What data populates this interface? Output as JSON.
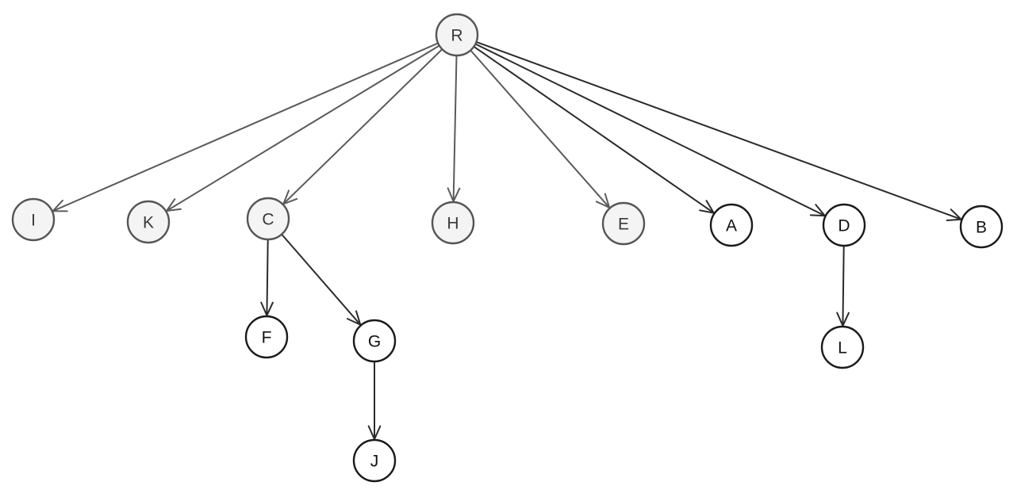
{
  "diagram": {
    "type": "tree",
    "root": "R",
    "nodes": [
      {
        "id": "R",
        "label": "R",
        "style": "light"
      },
      {
        "id": "I",
        "label": "I",
        "style": "light"
      },
      {
        "id": "K",
        "label": "K",
        "style": "light"
      },
      {
        "id": "C",
        "label": "C",
        "style": "light"
      },
      {
        "id": "H",
        "label": "H",
        "style": "light"
      },
      {
        "id": "E",
        "label": "E",
        "style": "light"
      },
      {
        "id": "A",
        "label": "A",
        "style": "dark"
      },
      {
        "id": "D",
        "label": "D",
        "style": "dark"
      },
      {
        "id": "B",
        "label": "B",
        "style": "dark"
      },
      {
        "id": "F",
        "label": "F",
        "style": "dark"
      },
      {
        "id": "G",
        "label": "G",
        "style": "dark"
      },
      {
        "id": "J",
        "label": "J",
        "style": "dark"
      },
      {
        "id": "L",
        "label": "L",
        "style": "dark"
      }
    ],
    "edges": [
      {
        "from": "R",
        "to": "I"
      },
      {
        "from": "R",
        "to": "K"
      },
      {
        "from": "R",
        "to": "C"
      },
      {
        "from": "R",
        "to": "H"
      },
      {
        "from": "R",
        "to": "E"
      },
      {
        "from": "R",
        "to": "A"
      },
      {
        "from": "R",
        "to": "D"
      },
      {
        "from": "R",
        "to": "B"
      },
      {
        "from": "C",
        "to": "F"
      },
      {
        "from": "C",
        "to": "G"
      },
      {
        "from": "G",
        "to": "J"
      },
      {
        "from": "D",
        "to": "L"
      }
    ]
  }
}
